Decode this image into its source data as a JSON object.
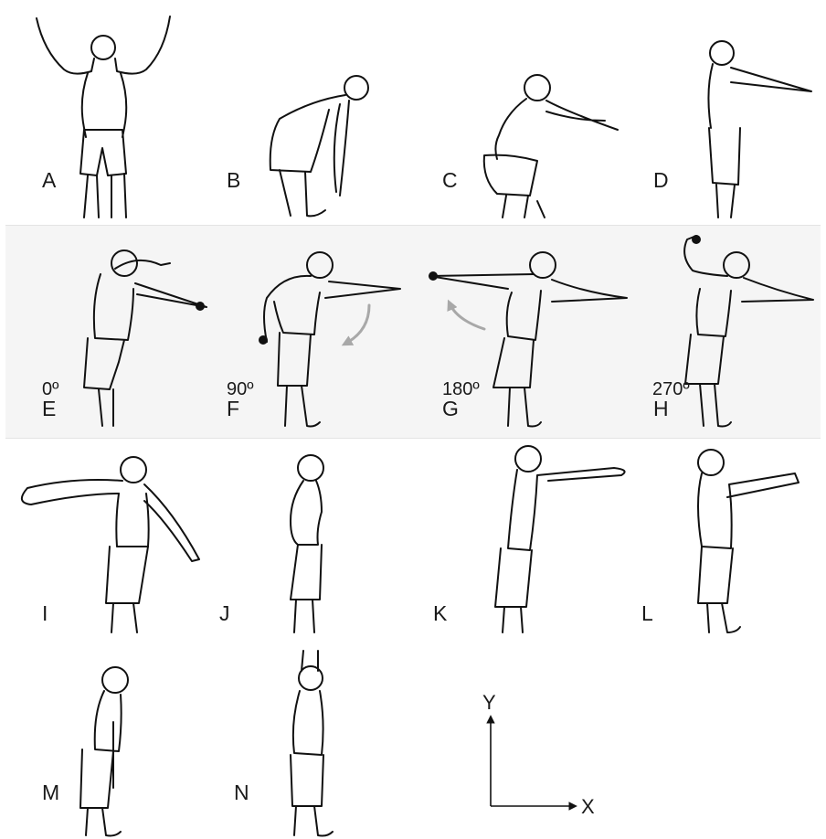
{
  "panels": [
    {
      "letter": "A",
      "angle": ""
    },
    {
      "letter": "B",
      "angle": ""
    },
    {
      "letter": "C",
      "angle": ""
    },
    {
      "letter": "D",
      "angle": ""
    },
    {
      "letter": "E",
      "angle": "0º"
    },
    {
      "letter": "F",
      "angle": "90º"
    },
    {
      "letter": "G",
      "angle": "180º"
    },
    {
      "letter": "H",
      "angle": "270º"
    },
    {
      "letter": "I",
      "angle": ""
    },
    {
      "letter": "J",
      "angle": ""
    },
    {
      "letter": "K",
      "angle": ""
    },
    {
      "letter": "L",
      "angle": ""
    },
    {
      "letter": "M",
      "angle": ""
    },
    {
      "letter": "N",
      "angle": ""
    }
  ],
  "axes": {
    "y_label": "Y",
    "x_label": "X"
  },
  "colors": {
    "band": "#f5f5f5",
    "line": "#111111",
    "motion_arrow": "#a8a8a8"
  }
}
